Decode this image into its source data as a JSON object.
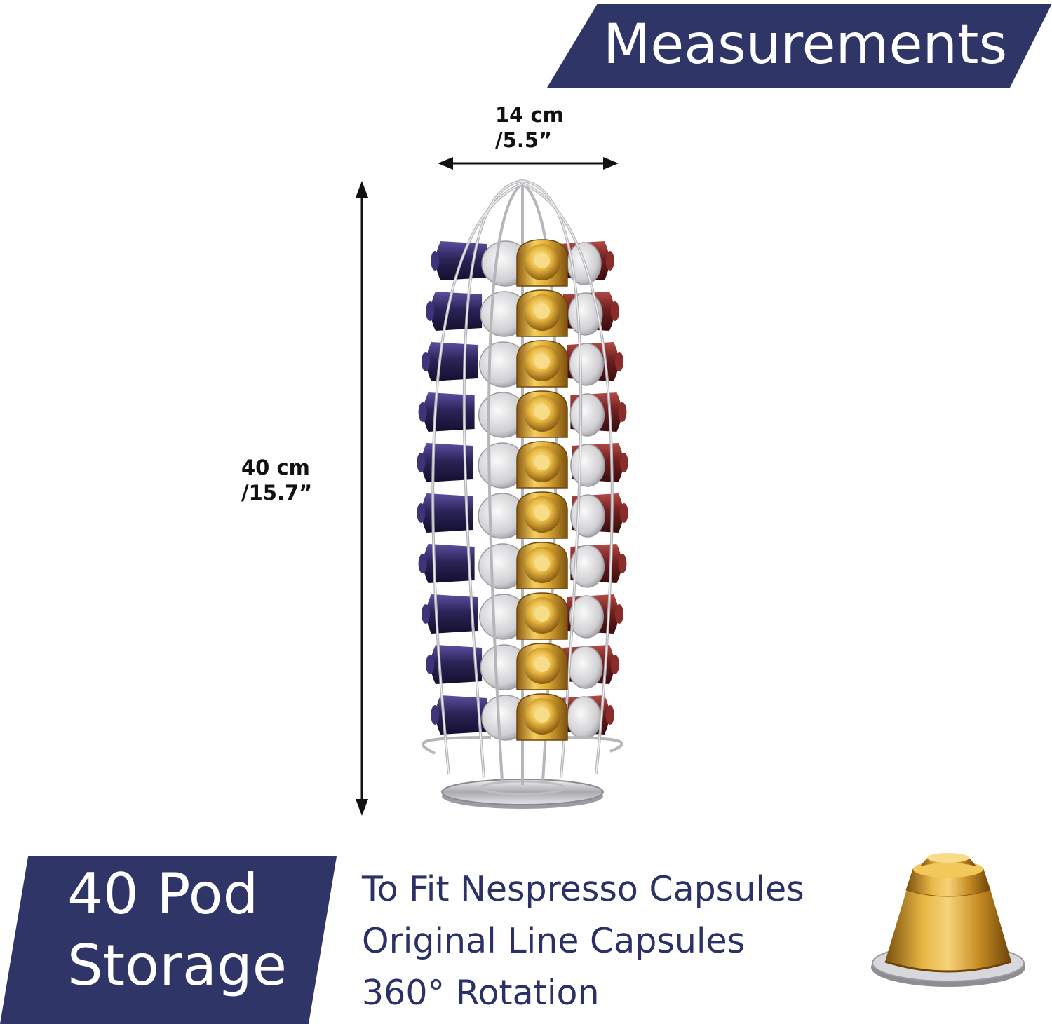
{
  "header": {
    "title": "Measurements"
  },
  "dimensions": {
    "width_metric": "14 cm",
    "width_imperial": "/5.5”",
    "height_metric": "40 cm",
    "height_imperial": "/15.7”"
  },
  "capacity_badge": {
    "line1": "40 Pod",
    "line2": "Storage"
  },
  "features": [
    "To Fit Nespresso Capsules",
    "Original Line Capsules",
    "360° Rotation"
  ],
  "colors": {
    "banner": "#2f3566",
    "feature_text": "#2b3166",
    "capsule_gold": "#d9a62c",
    "capsule_purple": "#2b2458",
    "capsule_red": "#6e1f1f",
    "capsule_silver": "#c9c9cc"
  }
}
